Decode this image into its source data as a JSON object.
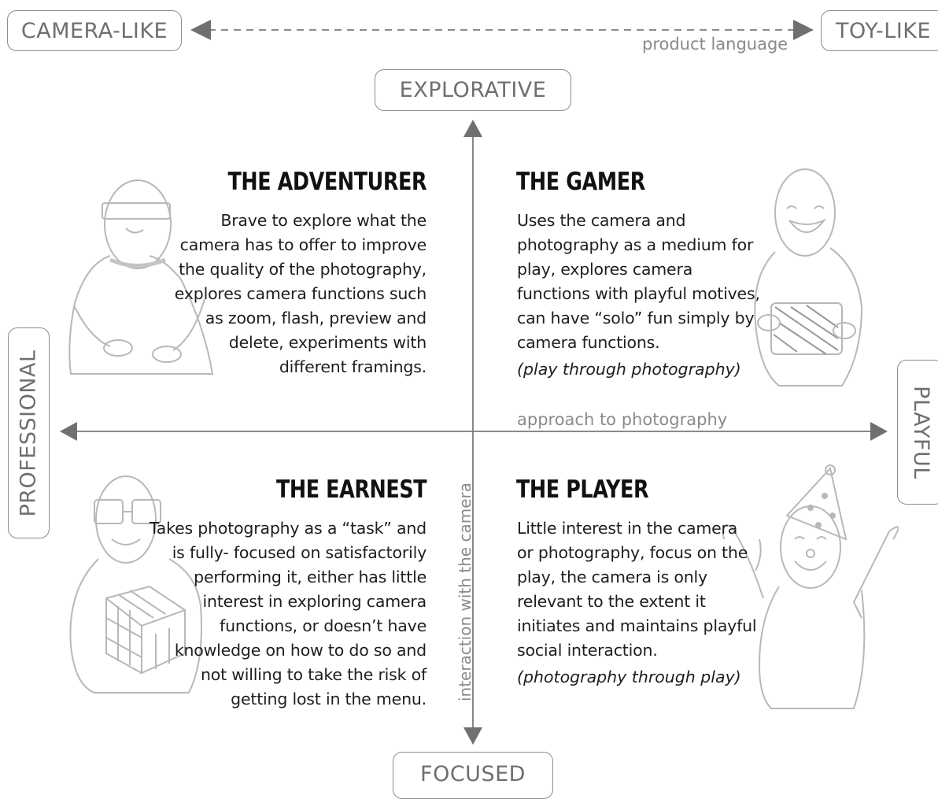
{
  "product_axis": {
    "left_label": "CAMERA-LIKE",
    "right_label": "TOY-LIKE",
    "caption": "product language"
  },
  "vertical_axis": {
    "top_label": "EXPLORATIVE",
    "bottom_label": "FOCUSED",
    "caption": "interaction with the camera"
  },
  "horizontal_axis": {
    "left_label": "PROFESSIONAL",
    "right_label": "PLAYFUL",
    "caption": "approach to photography"
  },
  "quadrants": {
    "adventurer": {
      "title": "THE ADVENTURER",
      "lines": [
        "Brave to explore what the",
        "camera has to offer to improve",
        "the quality of the photography,",
        "explores camera functions such",
        "as zoom, flash, preview and",
        "delete, experiments with",
        "different framings."
      ]
    },
    "gamer": {
      "title": "THE GAMER",
      "lines": [
        "Uses the camera and",
        "photography as a medium for",
        "play, explores camera",
        "functions with playful motives,",
        "can have “solo” fun simply by",
        "camera functions."
      ],
      "note": "(play through photography)"
    },
    "earnest": {
      "title": "THE EARNEST",
      "lines": [
        "Takes photography as a “task” and",
        "is fully- focused on satisfactorily",
        "performing it, either has little",
        "interest in exploring camera",
        "functions, or doesn’t have",
        "knowledge on how to do so and",
        "not willing to take the risk of",
        "getting lost in the menu."
      ]
    },
    "player": {
      "title": "THE PLAYER",
      "lines": [
        "Little interest in the camera",
        "or photography, focus on the",
        "play, the camera is only",
        "relevant to the extent it",
        "initiates and maintains playful",
        "social interaction."
      ],
      "note": "(photography through play)"
    }
  },
  "colors": {
    "axis": "#7a7a7a",
    "sketch": "#b8b8b8",
    "label_text": "#6f6f6f"
  },
  "sketch_icons": [
    "adventurer-figure-icon",
    "gamer-figure-icon",
    "earnest-figure-icon",
    "player-figure-icon"
  ]
}
